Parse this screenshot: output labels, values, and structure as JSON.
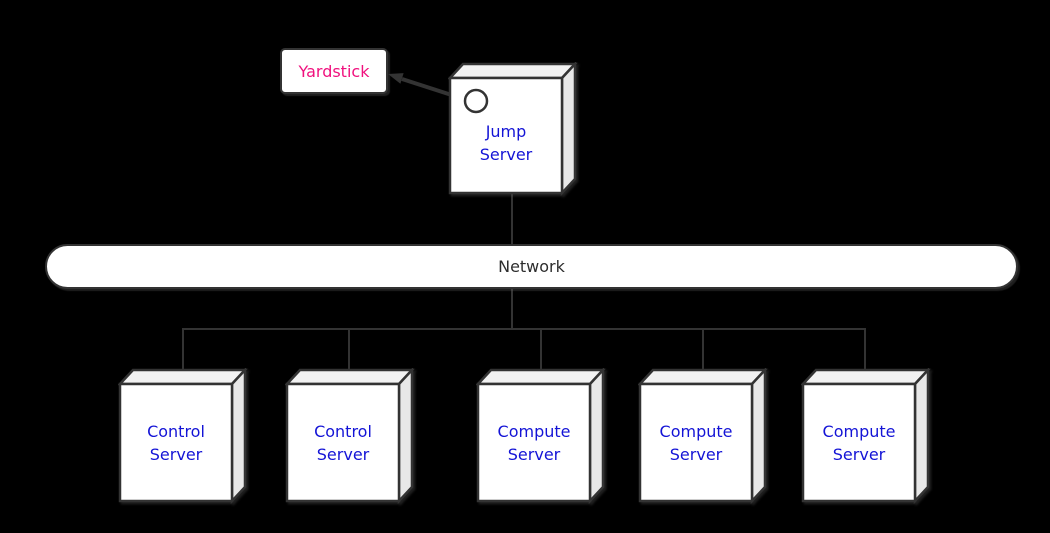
{
  "diagram_type": "deployment-diagram",
  "yardstick": {
    "label": "Yardstick"
  },
  "jump_server": {
    "label": "Jump Server"
  },
  "network": {
    "label": "Network"
  },
  "servers": [
    {
      "label": "Control Server"
    },
    {
      "label": "Control Server"
    },
    {
      "label": "Compute Server"
    },
    {
      "label": "Compute Server"
    },
    {
      "label": "Compute Server"
    }
  ],
  "connections": [
    "Yardstick <- Jump Server interface",
    "Jump Server - Network",
    "Network - Control Server",
    "Network - Control Server",
    "Network - Compute Server",
    "Network - Compute Server",
    "Network - Compute Server"
  ],
  "colors": {
    "background": "#000000",
    "line": "#333333",
    "node_face": "#ffffff",
    "node_top": "#f2f2f2",
    "node_side": "#e8e8e8",
    "node_text": "#1414d6",
    "yardstick_text": "#f0117e",
    "network_text": "#2d2d2d"
  }
}
